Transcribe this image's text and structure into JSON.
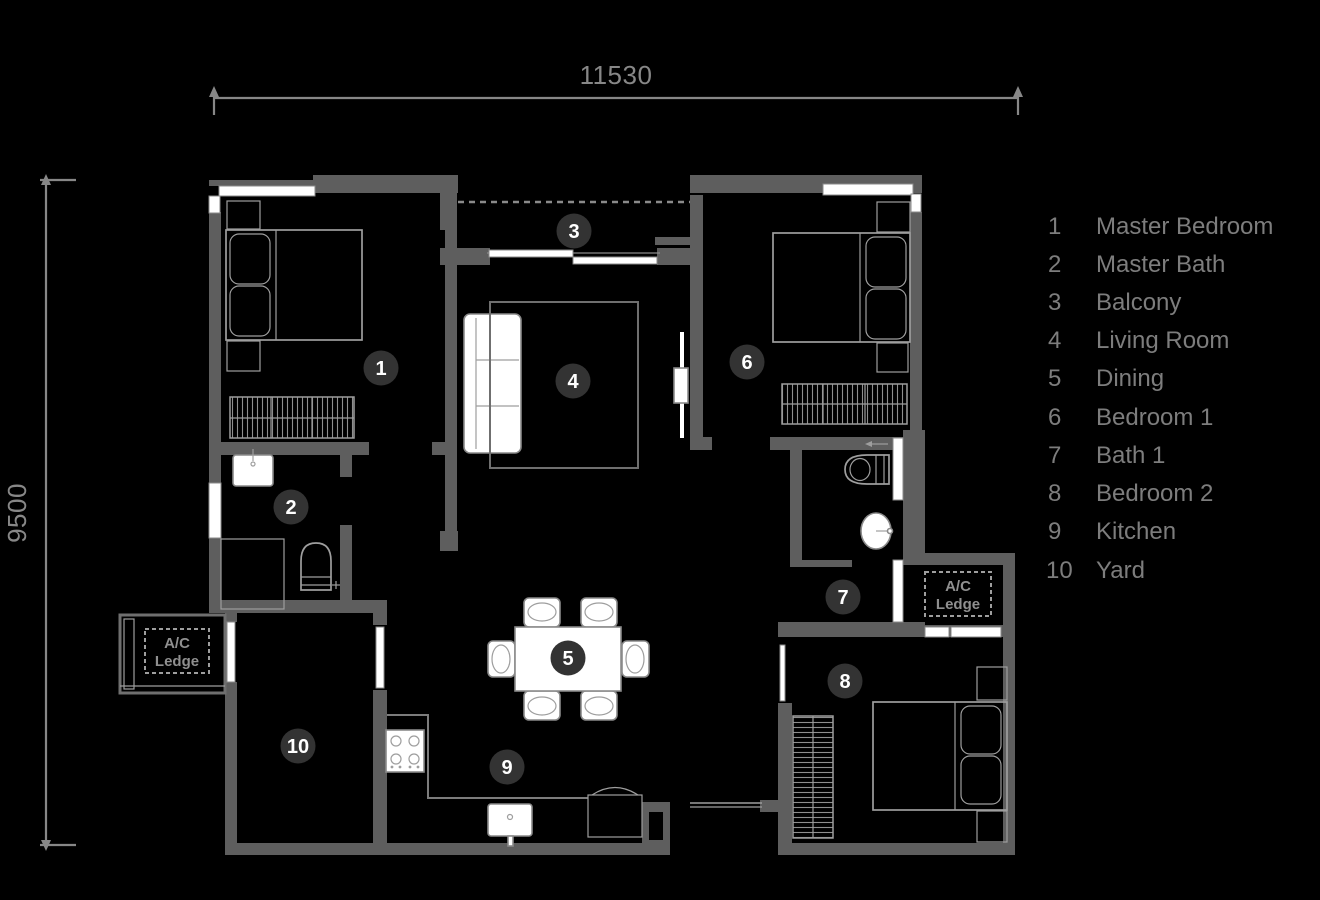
{
  "dimensions": {
    "width_label": "11530",
    "height_label": "9500"
  },
  "legend": {
    "items": [
      {
        "num": "1",
        "label": "Master Bedroom"
      },
      {
        "num": "2",
        "label": "Master Bath"
      },
      {
        "num": "3",
        "label": "Balcony"
      },
      {
        "num": "4",
        "label": "Living Room"
      },
      {
        "num": "5",
        "label": "Dining"
      },
      {
        "num": "6",
        "label": "Bedroom 1"
      },
      {
        "num": "7",
        "label": "Bath 1"
      },
      {
        "num": "8",
        "label": "Bedroom 2"
      },
      {
        "num": "9",
        "label": "Kitchen"
      },
      {
        "num": "10",
        "label": "Yard"
      }
    ]
  },
  "ac_ledge": {
    "line1": "A/C",
    "line2": "Ledge"
  },
  "colors": {
    "background": "#000000",
    "wall": "#5e5e5e",
    "furniture_outline": "#9e9e9e",
    "fixture_white": "#ffffff",
    "badge_fill": "#333333",
    "badge_text": "#ffffff",
    "legend_text": "#7d7d7d",
    "dimension_gray": "#878787"
  }
}
